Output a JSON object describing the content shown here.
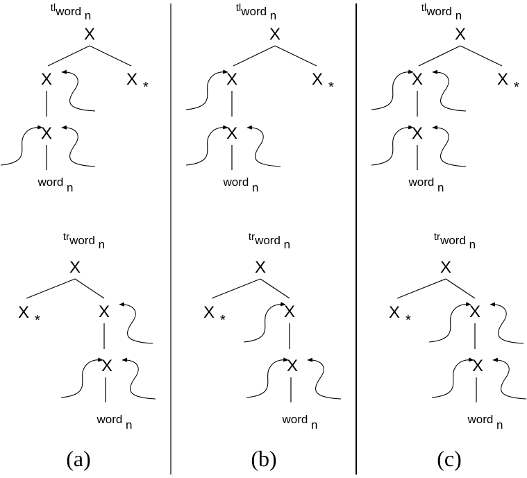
{
  "labels": {
    "node": "X",
    "foot_star": "*",
    "word": "word",
    "subscript": "n",
    "top_left_prefix": "tl",
    "top_right_prefix": "tr"
  },
  "captions": [
    "(a)",
    "(b)",
    "(c)"
  ],
  "panels": [
    {
      "caption_index": 0,
      "wiggles": {
        "tl_mid_l": false,
        "tl_mid_r": true,
        "tl_low_l": true,
        "tl_low_r": true,
        "tr_mid_l": false,
        "tr_mid_r": true,
        "tr_low_l": true,
        "tr_low_r": true
      }
    },
    {
      "caption_index": 1,
      "wiggles": {
        "tl_mid_l": true,
        "tl_mid_r": false,
        "tl_low_l": true,
        "tl_low_r": true,
        "tr_mid_l": true,
        "tr_mid_r": false,
        "tr_low_l": true,
        "tr_low_r": true
      }
    },
    {
      "caption_index": 2,
      "wiggles": {
        "tl_mid_l": true,
        "tl_mid_r": true,
        "tl_low_l": true,
        "tl_low_r": true,
        "tr_mid_l": true,
        "tr_mid_r": true,
        "tr_low_l": true,
        "tr_low_r": true
      }
    }
  ]
}
